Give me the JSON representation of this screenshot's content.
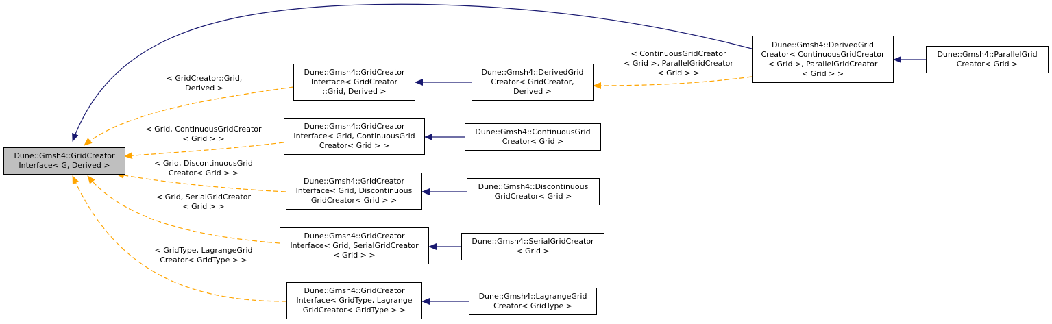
{
  "colors": {
    "inheritance_edge": "#191970",
    "template_edge": "#ffa500",
    "root_fill": "#bfbfbf"
  },
  "nodes": {
    "root": [
      "Dune::Gmsh4::GridCreator",
      "Interface< G, Derived >"
    ],
    "gci_grid_derived": [
      "Dune::Gmsh4::GridCreator",
      "Interface< GridCreator",
      "::Grid, Derived >"
    ],
    "derived_grid_creator": [
      "Dune::Gmsh4::DerivedGrid",
      "Creator< GridCreator,",
      "Derived >"
    ],
    "derived_grid_continuous_parallel": [
      "Dune::Gmsh4::DerivedGrid",
      "Creator< ContinuousGridCreator",
      "< Grid >, ParallelGridCreator",
      "< Grid > >"
    ],
    "parallel_grid_creator": [
      "Dune::Gmsh4::ParallelGrid",
      "Creator< Grid >"
    ],
    "gci_continuous": [
      "Dune::Gmsh4::GridCreator",
      "Interface< Grid, ContinuousGrid",
      "Creator< Grid > >"
    ],
    "continuous_grid_creator": [
      "Dune::Gmsh4::ContinuousGrid",
      "Creator< Grid >"
    ],
    "gci_discontinuous": [
      "Dune::Gmsh4::GridCreator",
      "Interface< Grid, Discontinuous",
      "GridCreator< Grid > >"
    ],
    "discontinuous_grid_creator": [
      "Dune::Gmsh4::Discontinuous",
      "GridCreator< Grid >"
    ],
    "gci_serial": [
      "Dune::Gmsh4::GridCreator",
      "Interface< Grid, SerialGridCreator",
      "< Grid > >"
    ],
    "serial_grid_creator": [
      "Dune::Gmsh4::SerialGridCreator",
      "< Grid >"
    ],
    "gci_lagrange": [
      "Dune::Gmsh4::GridCreator",
      "Interface< GridType, Lagrange",
      "GridCreator< GridType > >"
    ],
    "lagrange_grid_creator": [
      "Dune::Gmsh4::LagrangeGrid",
      "Creator< GridType >"
    ]
  },
  "edge_labels": {
    "gridcreator_grid_derived": [
      "< GridCreator::Grid,",
      "Derived >"
    ],
    "continuous_parallel": [
      "< ContinuousGridCreator",
      "< Grid >, ParallelGridCreator",
      "< Grid > >"
    ],
    "grid_continuous": [
      "< Grid, ContinuousGridCreator",
      "< Grid > >"
    ],
    "grid_discontinuous": [
      "< Grid, DiscontinuousGrid",
      "Creator< Grid > >"
    ],
    "grid_serial": [
      "< Grid, SerialGridCreator",
      "< Grid > >"
    ],
    "gridtype_lagrange": [
      "< GridType, LagrangeGrid",
      "Creator< GridType > >"
    ]
  }
}
